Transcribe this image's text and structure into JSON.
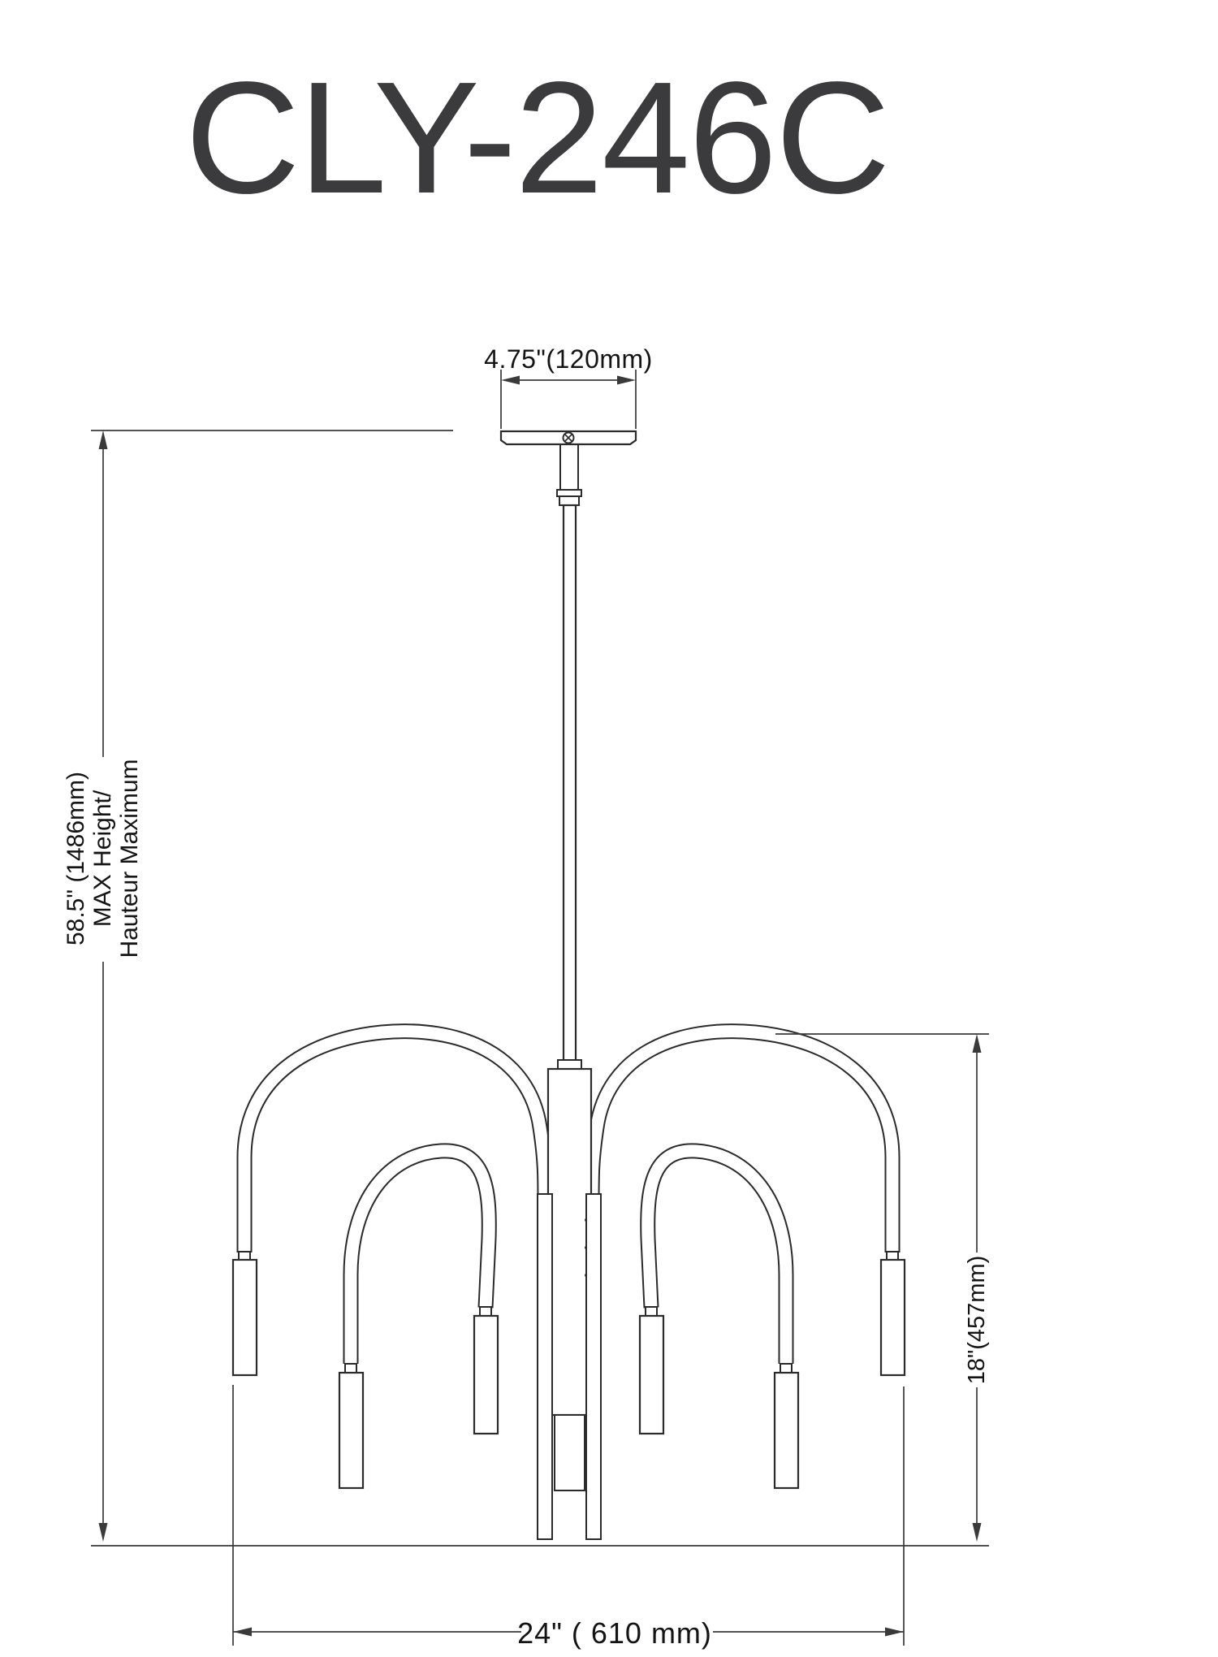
{
  "title": "CLY-246C",
  "drawing": {
    "labels": {
      "canopy_width": "4.75\"(120mm)",
      "max_height_line1": "58.5\" (1486mm)",
      "max_height_line2": "MAX Height/",
      "max_height_line3": "Hauteur Maximum",
      "arm_drop": "18\"(457mm)",
      "fixture_width": "24\" ( 610 mm)"
    },
    "colors": {
      "background": "#ffffff",
      "line": "#2b2b2b",
      "dimension": "#3a3a3a",
      "title": "#3b3b3d",
      "text": "#141414"
    }
  }
}
